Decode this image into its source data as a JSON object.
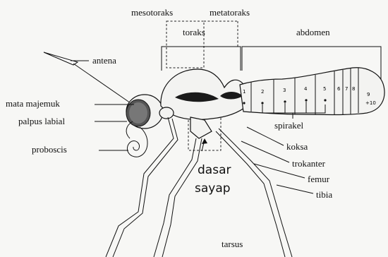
{
  "labels": {
    "mesotoraks": "mesotoraks",
    "metatoraks": "metatoraks",
    "toraks": "toraks",
    "abdomen": "abdomen",
    "antena": "antena",
    "mata_majemuk": "mata majemuk",
    "palpus_labial": "palpus labial",
    "proboscis": "proboscis",
    "spirakel": "spirakel",
    "koksa": "koksa",
    "trokanter": "trokanter",
    "femur": "femur",
    "tibia": "tibia",
    "tarsus": "tarsus",
    "dasar": "dasar",
    "sayap": "sayap"
  },
  "segments": [
    "1",
    "2",
    "3",
    "4",
    "5",
    "6",
    "7",
    "8",
    "9",
    "+10"
  ],
  "colors": {
    "ink": "#111111",
    "paper": "#f7f7f5",
    "dark_fill": "#1a1a1a"
  }
}
